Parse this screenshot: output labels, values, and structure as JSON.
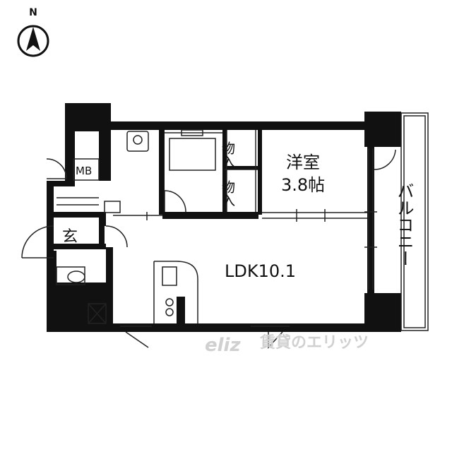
{
  "compass": {
    "label": "N",
    "icon": "north-arrow-icon"
  },
  "rooms": {
    "western_room": {
      "name": "洋室",
      "size": "3.8帖"
    },
    "ldk": {
      "name": "LDK10.1"
    },
    "balcony": {
      "name": "バルコニー"
    },
    "closet_upper": {
      "name": "物入"
    },
    "closet_lower": {
      "name": "物入"
    },
    "meter_box": {
      "name": "MB"
    },
    "entrance": {
      "name": "玄"
    }
  },
  "watermark": {
    "text": "賃貸のエリッツ",
    "brand": "eliz"
  },
  "colors": {
    "wall": "#111111",
    "line": "#222222",
    "watermark": "#d0d0d0"
  }
}
